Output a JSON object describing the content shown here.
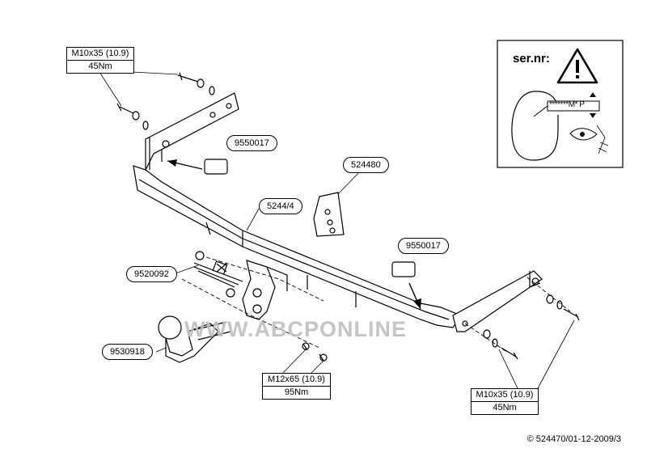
{
  "bolts_top_left": {
    "size": "M10x35 (10.9)",
    "torque": "45Nm"
  },
  "bolts_bottom_right": {
    "size": "M10x35 (10.9)",
    "torque": "45Nm"
  },
  "bolts_ball": {
    "size": "M12x65 (10.9)",
    "torque": "95Nm"
  },
  "parts": {
    "beam": "5244/4",
    "plate_left": "9550017",
    "plate_right": "9550017",
    "bracket": "524480",
    "socket_bracket": "9520092",
    "towball": "9530918"
  },
  "warning_box": {
    "title": "ser.nr:",
    "serial": "*******M*",
    "p_mark": "P"
  },
  "watermark": "WWW.ABCPONLINE",
  "copyright": "© 524470/01-12-2009/3"
}
